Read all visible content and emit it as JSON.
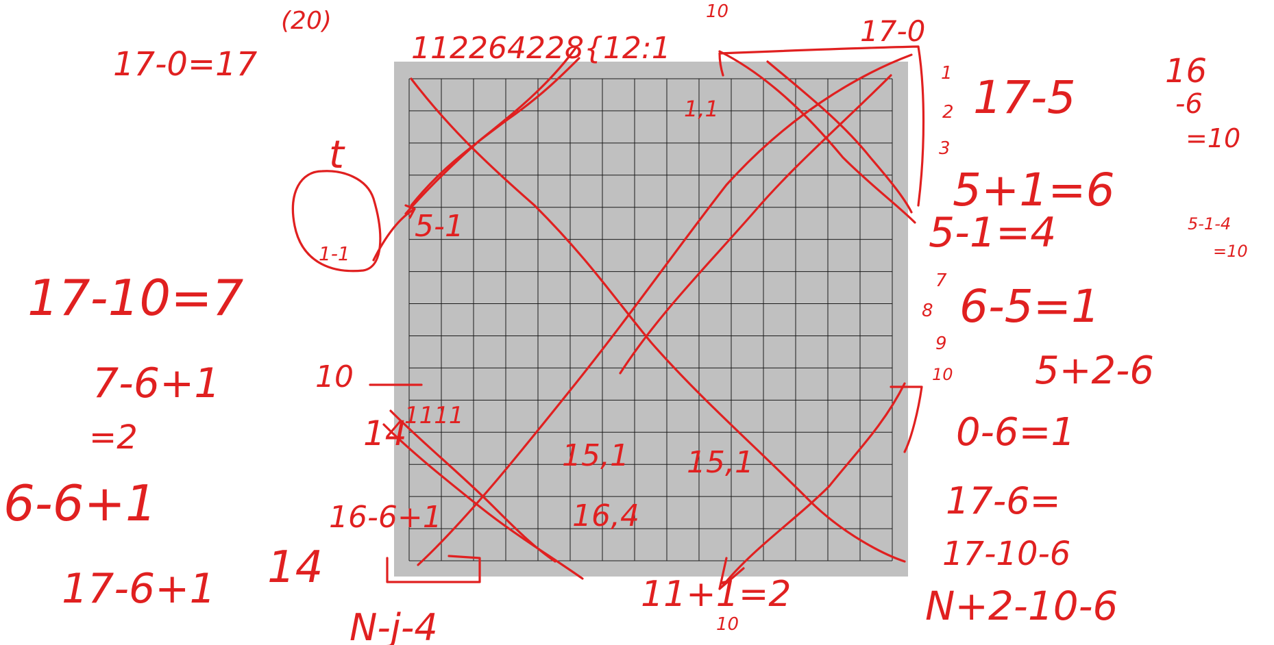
{
  "board": {
    "rows": 15,
    "cols": 15,
    "background": "#c0c0c0",
    "grid_color": "#1a1a1a"
  },
  "ink_color": "#e02020",
  "annotations": {
    "top_paren": "(20)",
    "top_left_eq": "17-0=17",
    "top_numbers": "112264228{12:1",
    "top_ten": "10",
    "top_right_17": "17-0",
    "left_t": "t",
    "left_circle": "1-1",
    "left_51": "5-1",
    "left_eq1": "17-10=7",
    "left_eq2": "7-6+1",
    "left_eq3": "=2",
    "left_eq4": "6-6+1",
    "left_eq5": "17-6+1",
    "left_10": "10",
    "left_14": "14",
    "left_16": "16-6+1",
    "left_n": "N-j-4",
    "col_1": "1",
    "col_2": "2",
    "col_3": "3",
    "col_7": "7",
    "col_8": "8",
    "col_9": "9",
    "col_10": "10",
    "inner_11": "1,1",
    "inner_151": "15,1",
    "inner_151b": "15,1",
    "inner_164": "16,4",
    "inner_1111": "1111",
    "right_eq1": "17-5",
    "right_eq2": "16",
    "right_eq3": "-6",
    "right_eq4": "=10",
    "right_eq5": "5+1=6",
    "right_eq6": "5-1=4",
    "right_small": "5-1-4",
    "right_small2": "=10",
    "right_eq7": "6-5=1",
    "right_eq8": "5+2-6",
    "right_eq9": "0-6=1",
    "right_eq10": "17-6=",
    "right_eq11": "17-10-6",
    "right_eq12": "N+2-10-6",
    "bottom_eq": "11+1=2",
    "bottom_10": "10"
  }
}
